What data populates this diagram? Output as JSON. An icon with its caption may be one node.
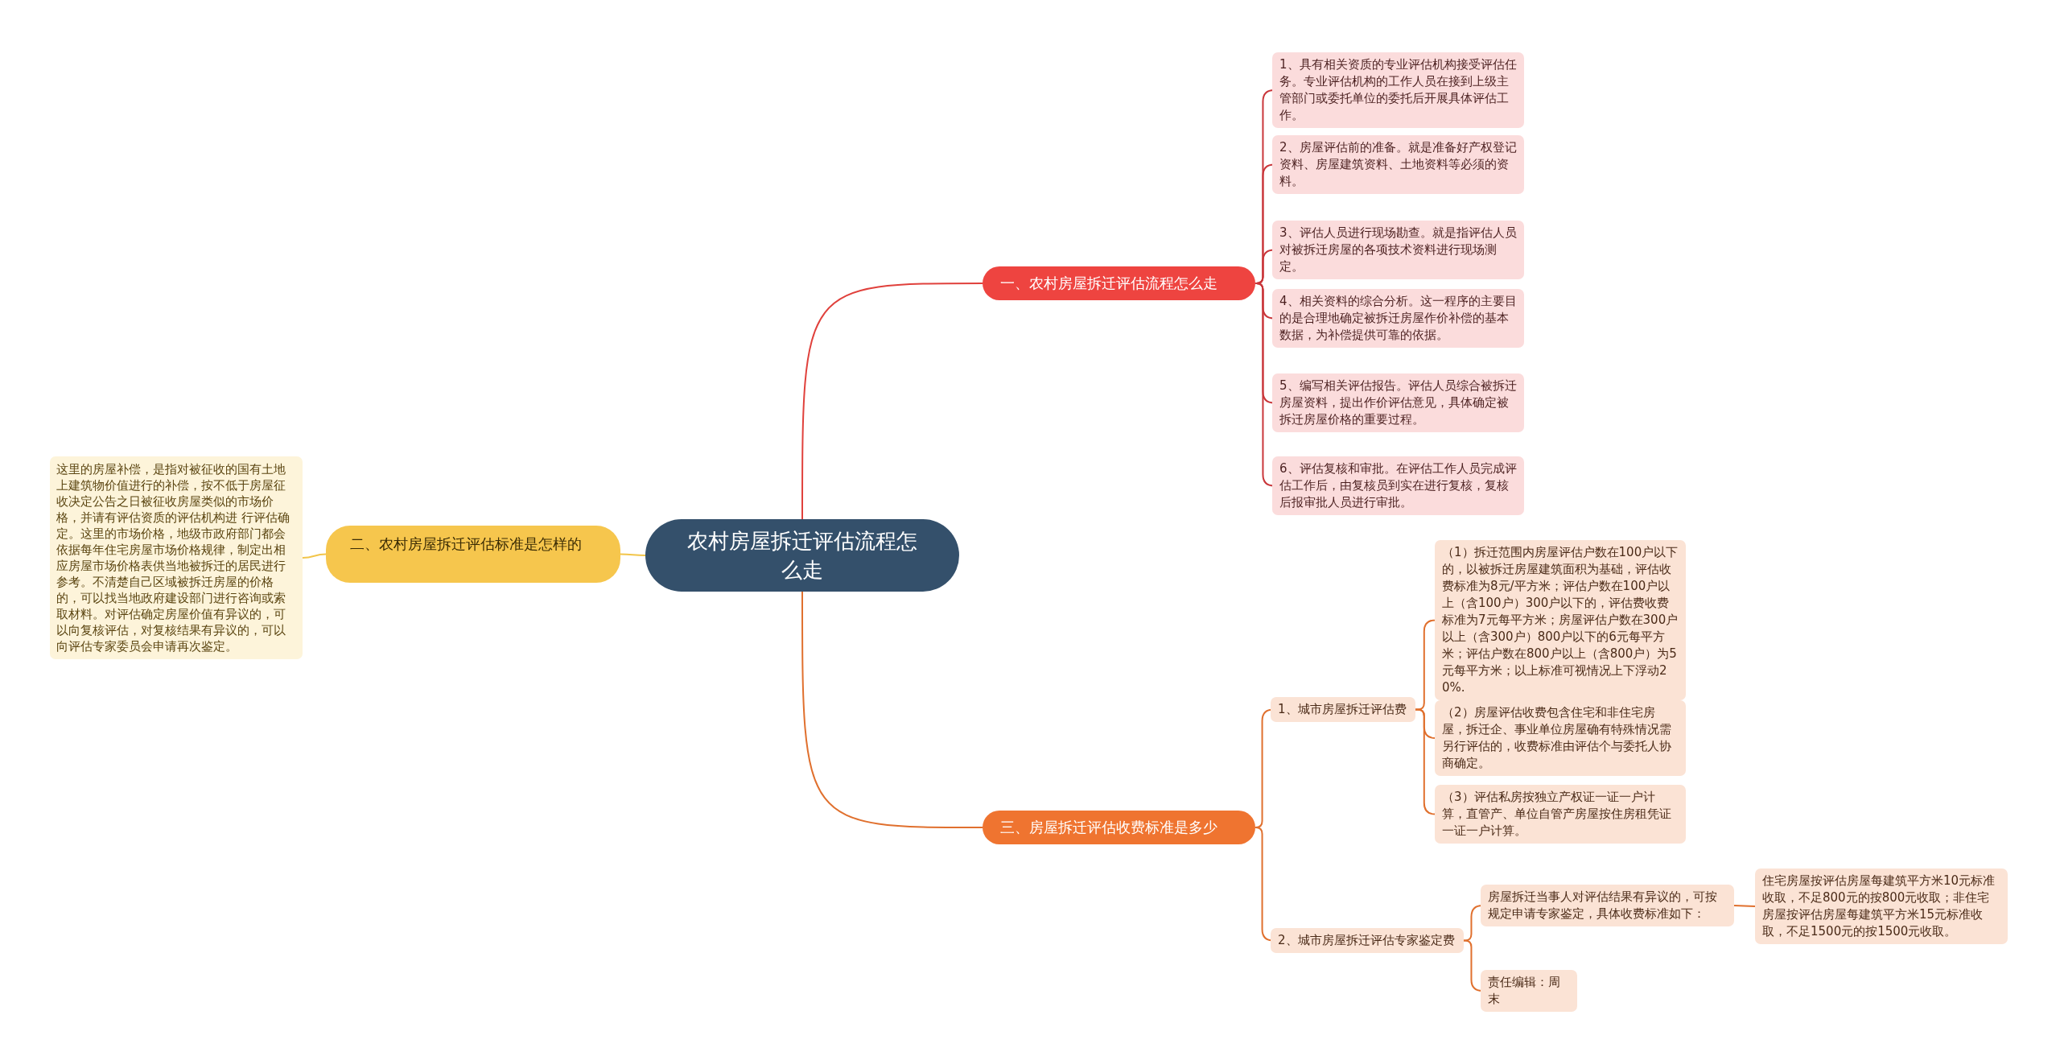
{
  "diagram": {
    "nodes": [
      {
        "text": [
          "农村房屋拆迁评估流程怎么走"
        ]
      },
      {
        "text": [
          "一、农村房屋拆迁评估流程怎么走"
        ]
      },
      {
        "text": [
          "1、具有相关资质的专业评估机构接受评估任务。专业评估机构的工作人员在接到上级主管部门或委托单位的委托后开展具体评估工作。"
        ]
      },
      {
        "text": [
          "2、房屋评估前的准备。就是准备好产权登记资料、房屋建筑资料、土地资料等必须的资料。"
        ]
      },
      {
        "text": [
          "3、评估人员进行现场勘查。就是指评估人员对被拆迁房屋的各项技术资料进行现场测定。"
        ]
      },
      {
        "text": [
          "4、相关资料的综合分析。这一程序的主要目的是合理地确定被拆迁房屋作价补偿的基本数据，为补偿提供可靠的依据。"
        ]
      },
      {
        "text": [
          "5、编写相关评估报告。评估人员综合被拆迁房屋资料，提出作价评估意见，具体确定被拆迁房屋价格的重要过程。"
        ]
      },
      {
        "text": [
          "6、评估复核和审批。在评估工作人员完成评估工作后，由复核员到实在进行复核，复核后报审批人员进行审批。"
        ]
      },
      {
        "text": [
          "二、农村房屋拆迁评估标准是怎样的"
        ]
      },
      {
        "text": [
          "这里的房屋补偿，是指对被征收的国有土地上建筑物价值进行的补偿，按不低于房屋征收决定公告之日被征收房屋类似的市场价格，并请有评估资质的评估机构进 行评估确定。这里的市场价格，地级市政府部门都会依据每年住宅房屋市场价格规律，制定出相应房屋市场价格表供当地被拆迁的居民进行参考。不清楚自己区域被拆迁房屋的价格的，可以找当地政府建设部门进行咨询或索取材料。对评估确定房屋价值有异议的，可以向复核评估，对复核结果有异议的，可以向评估专家委员会申请再次鉴定。"
        ]
      },
      {
        "text": [
          "三、房屋拆迁评估收费标准是多少"
        ]
      },
      {
        "text": [
          "1、城市房屋拆迁评估费"
        ]
      },
      {
        "text": [
          "（1）拆迁范围内房屋评估户数在100户以下的，以被拆迁房屋建筑面积为基础，评估收费标准为8元/平方米；评估户数在100户以上（含100户）300户以下的，评估费收费标准为7元每平方米；房屋评估户数在300户以上（含300户）800户以下的6元每平方米；评估户数在800户以上（含800户）为5元每平方米；以上标准可视情况上下浮动20%."
        ]
      },
      {
        "text": [
          "（2）房屋评估收费包含住宅和非住宅房屋，拆迁企、事业单位房屋确有特殊情况需另行评估的，收费标准由评估个与委托人协商确定。"
        ]
      },
      {
        "text": [
          "（3）评估私房按独立产权证一证一户计算，直管产、单位自管产房屋按住房租凭证一证一户计算。"
        ]
      },
      {
        "text": [
          "2、城市房屋拆迁评估专家鉴定费"
        ]
      },
      {
        "text": [
          "房屋拆迁当事人对评估结果有异议的，可按规定申请专家鉴定，具体收费标准如下："
        ]
      },
      {
        "text": [
          "住宅房屋按评估房屋每建筑平方米10元标准收取，不足800元的按800元收取；非住宅房屋按评估房屋每建筑平方米15元标准收取，不足1500元的按1500元收取。"
        ]
      },
      {
        "text": [
          "责任编辑：周末"
        ]
      }
    ],
    "edges": [
      {
        "from": 0,
        "to": 1,
        "arrow": "none",
        "color": "#e0413c"
      },
      {
        "from": 1,
        "to": 2,
        "arrow": "none",
        "color": "#c9363a"
      },
      {
        "from": 1,
        "to": 3,
        "arrow": "none",
        "color": "#c9363a"
      },
      {
        "from": 1,
        "to": 4,
        "arrow": "none",
        "color": "#c9363a"
      },
      {
        "from": 1,
        "to": 5,
        "arrow": "none",
        "color": "#c9363a"
      },
      {
        "from": 1,
        "to": 6,
        "arrow": "none",
        "color": "#c9363a"
      },
      {
        "from": 1,
        "to": 7,
        "arrow": "none",
        "color": "#c9363a"
      },
      {
        "from": 0,
        "to": 8,
        "arrow": "none",
        "color": "#f2c54a"
      },
      {
        "from": 8,
        "to": 9,
        "arrow": "none",
        "color": "#f2c54a"
      },
      {
        "from": 0,
        "to": 10,
        "arrow": "none"
      },
      {
        "from": 10,
        "to": 11,
        "arrow": "none"
      },
      {
        "from": 10,
        "to": 15,
        "arrow": "none"
      },
      {
        "from": 11,
        "to": 12,
        "arrow": "none"
      },
      {
        "from": 11,
        "to": 13,
        "arrow": "none"
      },
      {
        "from": 11,
        "to": 14,
        "arrow": "none"
      },
      {
        "from": 15,
        "to": 16,
        "arrow": "none"
      },
      {
        "from": 15,
        "to": 18,
        "arrow": "none"
      },
      {
        "from": 16,
        "to": 17,
        "arrow": "none"
      }
    ]
  }
}
